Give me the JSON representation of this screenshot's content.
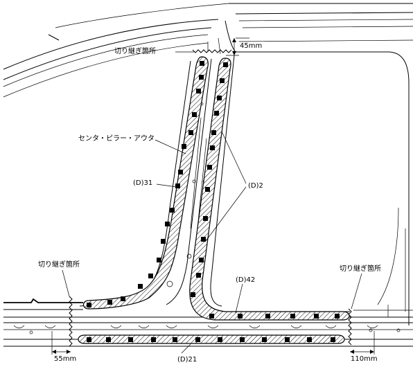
{
  "labels": {
    "cut_top": "切り継ぎ箇所",
    "dim_top": "45mm",
    "center_pillar_outer": "センタ・ピラー・アウタ",
    "d31": "(D)31",
    "d2": "(D)2",
    "cut_left": "切り継ぎ箇所",
    "d42": "(D)42",
    "cut_right": "切り継ぎ箇所",
    "dim_left": "55mm",
    "d21": "(D)21",
    "dim_right": "110mm"
  },
  "colors": {
    "ink": "#000000",
    "paper": "#ffffff"
  }
}
